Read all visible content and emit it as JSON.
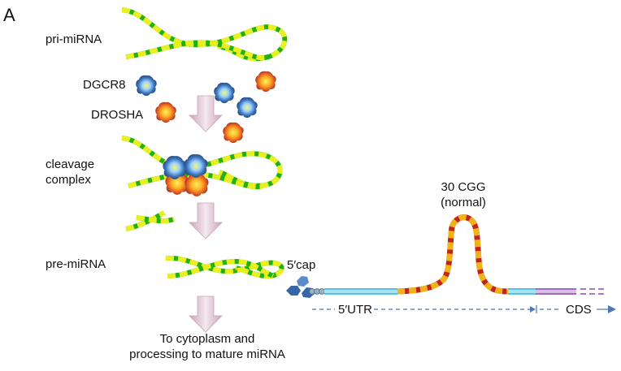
{
  "panel_letter": "A",
  "labels": {
    "pri_mirna": "pri-miRNA",
    "dgcr8": "DGCR8",
    "drosha": "DROSHA",
    "cleavage_1": "cleavage",
    "cleavage_2": "complex",
    "pre_mirna": "pre-miRNA",
    "cytoplasm_1": "To cytoplasm and",
    "cytoplasm_2": "processing to mature miRNA",
    "cgg_1": "30 CGG",
    "cgg_2": "(normal)",
    "cap": "5′cap",
    "utr": "5′UTR",
    "cds": "CDS"
  },
  "colors": {
    "rna_green": "#22b014",
    "rna_yellow": "#e8f020",
    "dgcr8_blue": "#2d5f9e",
    "drosha_orange": "#e8601a",
    "arrow_fill": "#e2c8d6",
    "utr_cyan": "#3fb6e0",
    "cgg_red": "#c0241c",
    "cgg_yellow": "#f0b41a",
    "cds_purple": "#8a4fb0",
    "axis_blue": "#4a78b8",
    "cap_blue": "#3466a8"
  }
}
